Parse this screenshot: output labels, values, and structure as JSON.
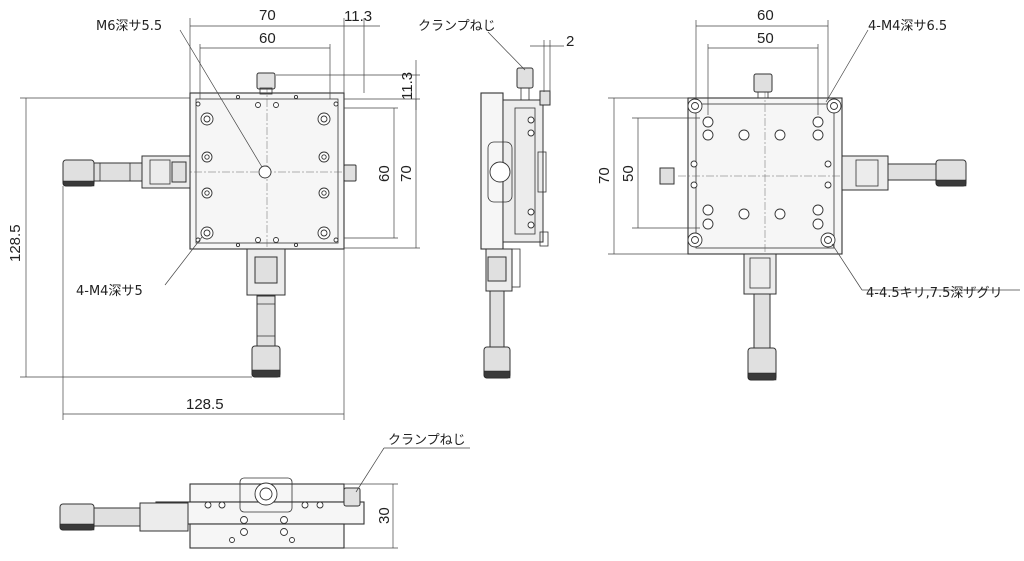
{
  "dimensions": {
    "top_view": {
      "width_70": "70",
      "width_60": "60",
      "offset_11_3_top": "11.3",
      "offset_11_3_side": "11.3",
      "height_60": "60",
      "height_70": "70",
      "overall_height": "128.5",
      "overall_width": "128.5"
    },
    "side_view": {
      "gap_2": "2"
    },
    "bottom_view": {
      "width_60": "60",
      "width_50": "50",
      "height_70": "70",
      "height_50": "50"
    },
    "front_view": {
      "height_30": "30"
    }
  },
  "labels": {
    "m6_tap": "M6深サ5.5",
    "m4_tap_top": "4-M4深サ5",
    "clamp_screw_side": "クランプねじ",
    "m4_tap_bottom": "4-M4深サ6.5",
    "through_hole": "4-4.5キリ,7.5深ザグリ",
    "clamp_screw_front": "クランプねじ"
  }
}
